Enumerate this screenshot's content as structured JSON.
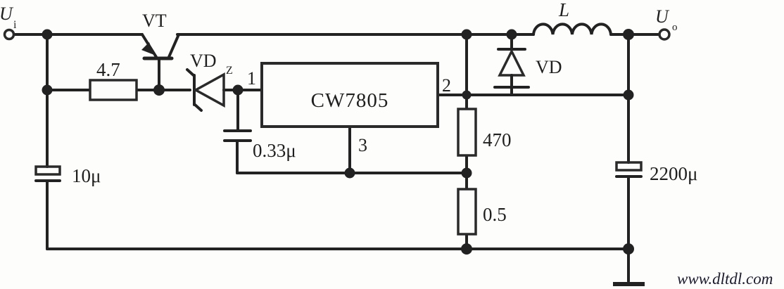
{
  "meta": {
    "type": "circuit-schematic",
    "description": "Switching regulator built around CW7805 three-terminal regulator",
    "ink_color": "#222222",
    "background_color": "#fdfdfc",
    "watermark": "www.dltdl.com"
  },
  "terminals": {
    "input": {
      "symbol": "U",
      "subscript": "i"
    },
    "output": {
      "symbol": "U",
      "subscript": "o"
    }
  },
  "components": {
    "pass_transistor": {
      "label": "VT"
    },
    "zener_diode": {
      "label": "VD",
      "subscript": "Z"
    },
    "regulator_ic": {
      "label": "CW7805",
      "pin1": "1",
      "pin2": "2",
      "pin3": "3"
    },
    "base_resistor": {
      "value": "4.7"
    },
    "input_capacitor": {
      "value": "10μ"
    },
    "bypass_capacitor": {
      "value": "0.33μ"
    },
    "upper_resistor": {
      "value": "470"
    },
    "lower_resistor": {
      "value": "0.5"
    },
    "freewheel_diode": {
      "label": "VD"
    },
    "filter_inductor": {
      "label": "L"
    },
    "output_capacitor": {
      "value": "2200μ"
    }
  }
}
